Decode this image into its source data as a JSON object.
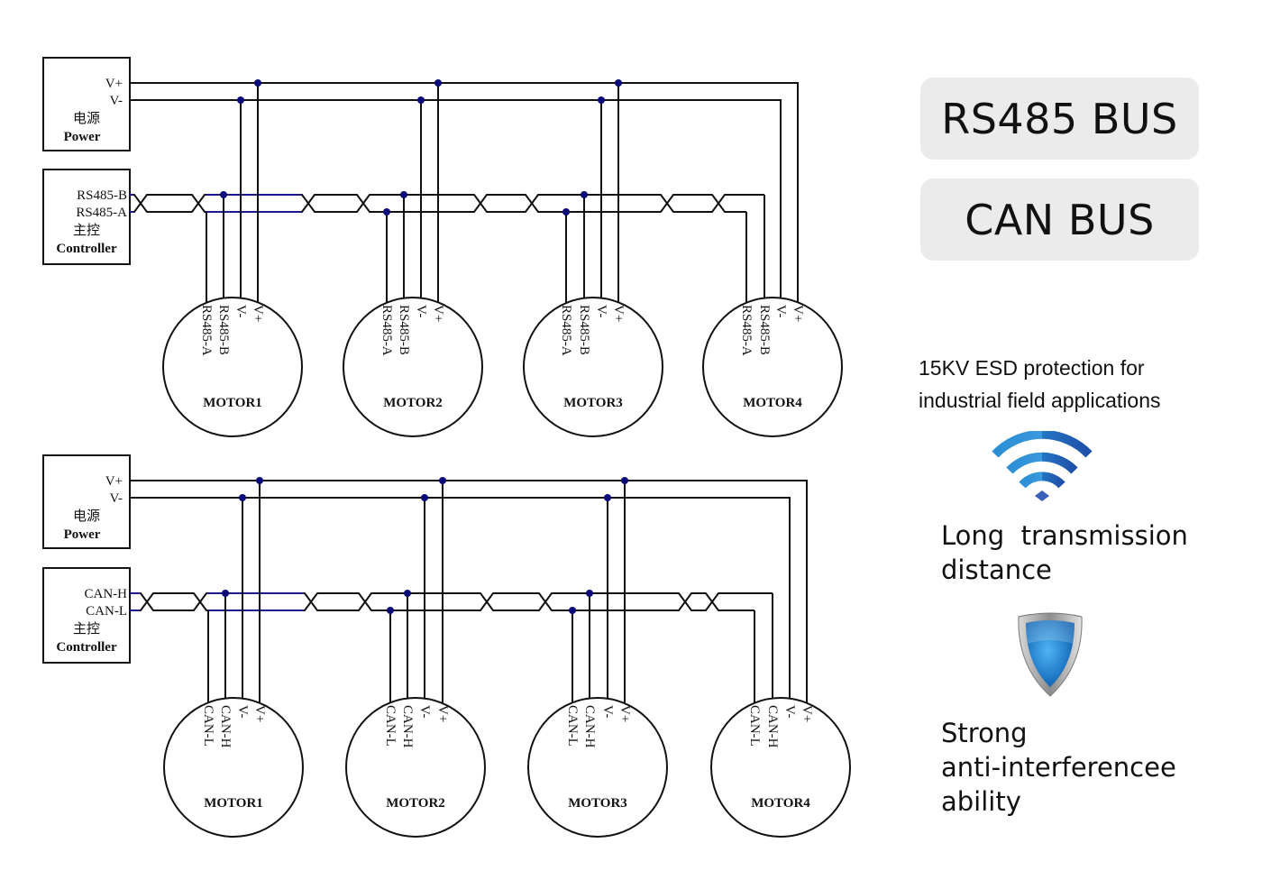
{
  "sections": [
    {
      "id": "rs485",
      "power_box": {
        "vplus": "V+",
        "vminus": "V-",
        "cn": "电源",
        "en": "Power"
      },
      "controller_box": {
        "line1": "RS485-B",
        "line2": "RS485-A",
        "cn": "主控",
        "en": "Controller"
      },
      "motors": [
        {
          "name": "MOTOR1",
          "pins": [
            "V+",
            "V-",
            "RS485-B",
            "RS485-A"
          ]
        },
        {
          "name": "MOTOR2",
          "pins": [
            "V+",
            "V-",
            "RS485-B",
            "RS485-A"
          ]
        },
        {
          "name": "MOTOR3",
          "pins": [
            "V+",
            "V-",
            "RS485-B",
            "RS485-A"
          ]
        },
        {
          "name": "MOTOR4",
          "pins": [
            "V+",
            "V-",
            "RS485-B",
            "RS485-A"
          ]
        }
      ]
    },
    {
      "id": "can",
      "power_box": {
        "vplus": "V+",
        "vminus": "V-",
        "cn": "电源",
        "en": "Power"
      },
      "controller_box": {
        "line1": "CAN-H",
        "line2": "CAN-L",
        "cn": "主控",
        "en": "Controller"
      },
      "motors": [
        {
          "name": "MOTOR1",
          "pins": [
            "V+",
            "V-",
            "CAN-H",
            "CAN-L"
          ]
        },
        {
          "name": "MOTOR2",
          "pins": [
            "V+",
            "V-",
            "CAN-H",
            "CAN-L"
          ]
        },
        {
          "name": "MOTOR3",
          "pins": [
            "V+",
            "V-",
            "CAN-H",
            "CAN-L"
          ]
        },
        {
          "name": "MOTOR4",
          "pins": [
            "V+",
            "V-",
            "CAN-H",
            "CAN-L"
          ]
        }
      ]
    }
  ],
  "colors": {
    "wire": "#111111",
    "bus_highlight": "#1a1a8c",
    "junction": "#0a0a78",
    "pill_bg": "#ebebeb"
  },
  "side_panel": {
    "badges": [
      "RS485 BUS",
      "CAN BUS"
    ],
    "esd_text": [
      "15KV ESD protection for",
      "industrial field applications"
    ],
    "long_distance": {
      "icon": "wifi-signal-icon",
      "lines": [
        "Long  transmission",
        "distance"
      ]
    },
    "anti_interference": {
      "icon": "shield-icon",
      "lines": [
        "Strong",
        "anti-interferencee",
        "ability"
      ]
    }
  }
}
